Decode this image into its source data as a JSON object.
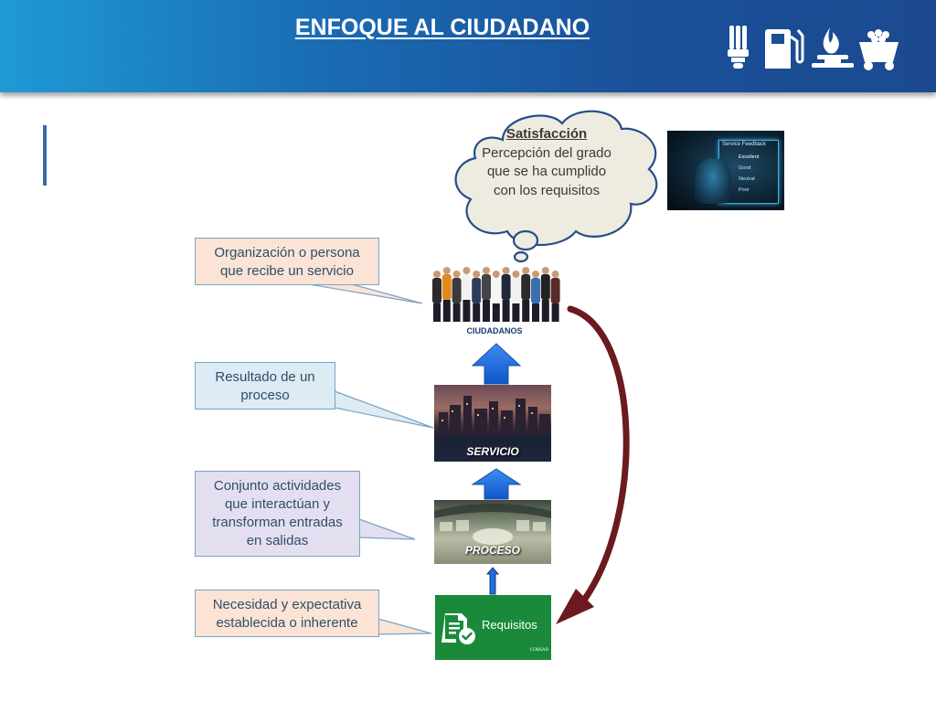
{
  "header": {
    "title": "ENFOQUE AL CIUDADANO",
    "icons": [
      "light-bulb-icon",
      "fuel-pump-icon",
      "gas-flame-icon",
      "mining-cart-icon"
    ]
  },
  "cloud": {
    "heading": "Satisfacción",
    "text": "Percepción del grado que se ha cumplido con los requisitos"
  },
  "callouts": {
    "ciudadanos": "Organización o persona que recibe un servicio",
    "servicio": "Resultado de un proceso",
    "proceso": "Conjunto actividades que interactúan y transforman entradas en salidas",
    "requisitos": "Necesidad y expectativa establecida o inherente"
  },
  "images": {
    "ciudadanos_label": "CIUDADANOS",
    "servicio_label": "SERVICIO",
    "proceso_label": "PROCESO",
    "requisitos_label": "Requisitos",
    "requisitos_logo": "CORSAD",
    "feedback": {
      "title": "Service Feedback",
      "options": [
        "Excellent",
        "Good",
        "Neutral",
        "Poor"
      ]
    }
  },
  "colors": {
    "header_start": "#1f9ad6",
    "header_end": "#1b4a90",
    "arrow_blue": "#1e6ee6",
    "curve_arrow": "#6b1a1f",
    "requisitos_green": "#1a8a3a",
    "callout_peach": "#fbe4d6",
    "callout_blue": "#dcebf4",
    "callout_lavender": "#e4dff0",
    "cloud_fill": "#eeebe0"
  }
}
